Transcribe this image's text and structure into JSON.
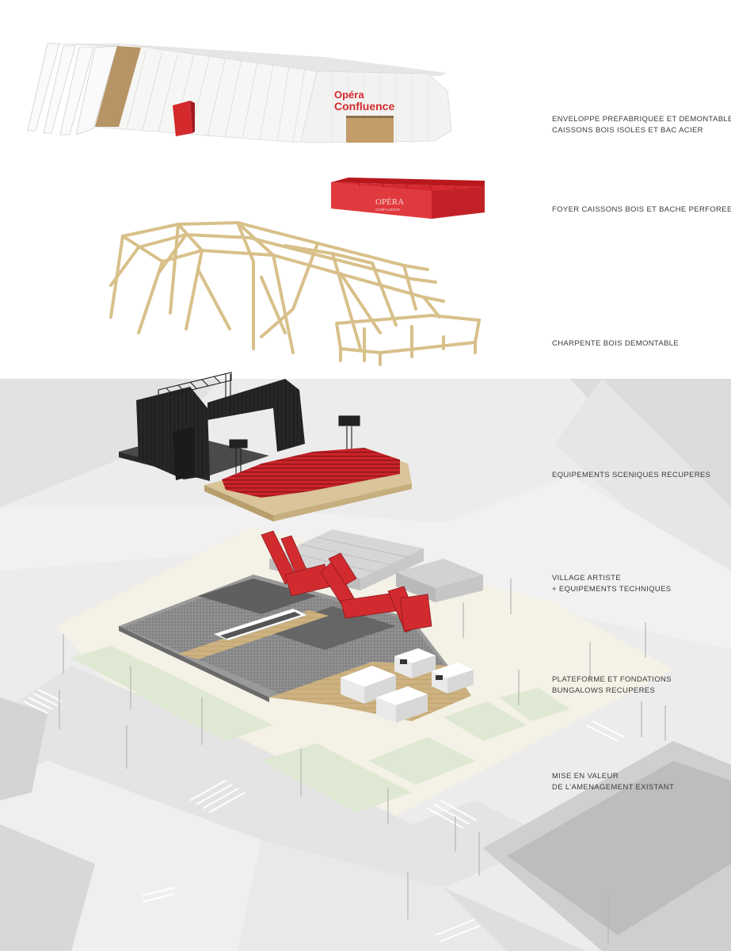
{
  "layers": [
    {
      "id": "envelope",
      "lines": [
        "ENVELOPPE PREFABRIQUEE ET DEMONTABLE",
        "CAISSONS BOIS ISOLES ET BAC ACIER"
      ]
    },
    {
      "id": "foyer",
      "lines": [
        "FOYER CAISSONS BOIS ET BACHE PERFOREE"
      ]
    },
    {
      "id": "frame",
      "lines": [
        "CHARPENTE BOIS DEMONTABLE"
      ]
    },
    {
      "id": "stage",
      "lines": [
        "EQUIPEMENTS SCENIQUES RECUPERES"
      ]
    },
    {
      "id": "village",
      "lines": [
        "VILLAGE ARTISTE",
        "+ EQUIPEMENTS TECHNIQUES"
      ]
    },
    {
      "id": "platform",
      "lines": [
        "PLATEFORME ET FONDATIONS",
        "BUNGALOWS RECUPERES"
      ]
    },
    {
      "id": "site",
      "lines": [
        "MISE EN VALEUR",
        "DE L’AMENAGEMENT EXISTANT"
      ]
    }
  ],
  "signage": {
    "envelope_logo_line1": "Opéra",
    "envelope_logo_line2": "Confluence",
    "foyer_logo_line1": "OPÉRA",
    "foyer_logo_line2": "CONFLUENCE"
  },
  "colors": {
    "accent_red": "#d42a2e",
    "timber": "#d8c08a",
    "envelope_white": "#f6f6f4",
    "stage_black": "#1e1e1e",
    "gravel": "#8a8a8a",
    "deck": "#c9ae7c",
    "site_grey": "#ededed",
    "label_text": "#3a3a3a"
  }
}
